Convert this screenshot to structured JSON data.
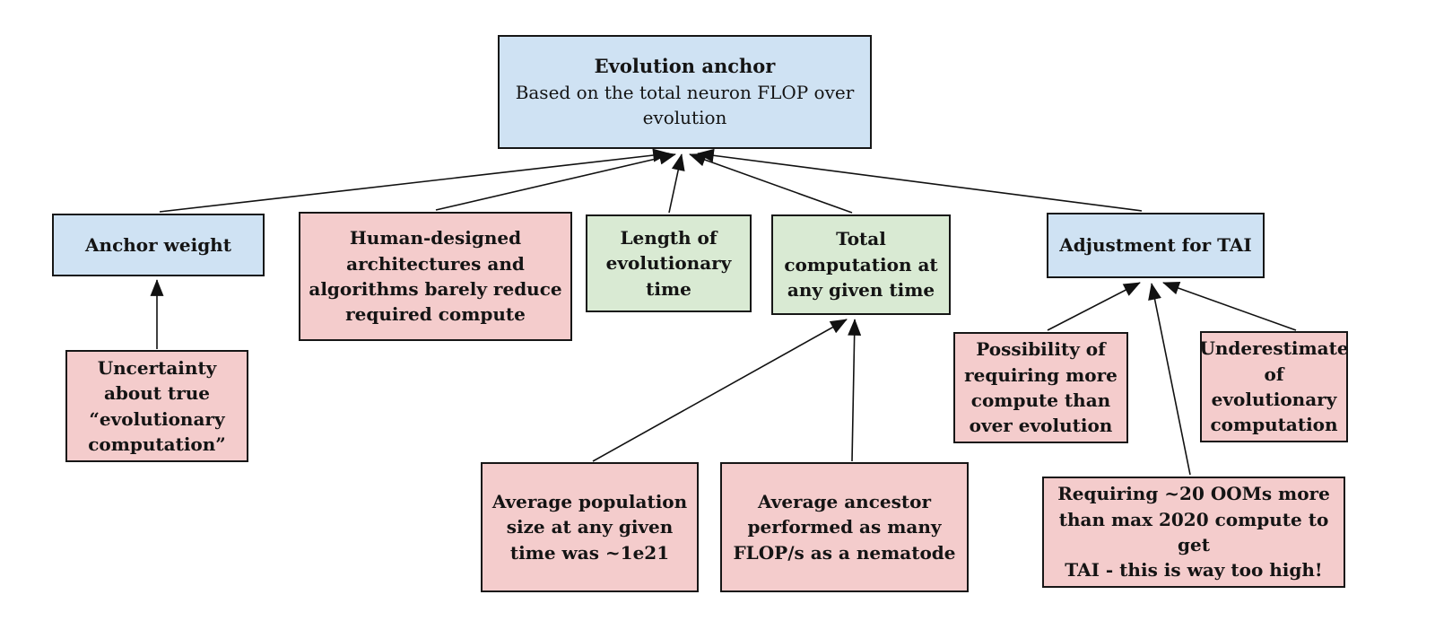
{
  "diagram": {
    "name": "Evolution anchor argument diagram",
    "colors": {
      "box_blue": "#cfe2f3",
      "box_pink": "#f4cccc",
      "box_green": "#d9ead3",
      "border": "#161616",
      "arrow": "#111111",
      "background": "#ffffff"
    },
    "nodes": {
      "evolution_anchor": {
        "title": "Evolution anchor",
        "subtitle": "Based on the total neuron FLOP over\nevolution",
        "color": "blue"
      },
      "anchor_weight": {
        "label": "Anchor weight",
        "color": "blue"
      },
      "human_designed": {
        "label": "Human-designed\narchitectures and\nalgorithms barely reduce\nrequired compute",
        "color": "pink"
      },
      "length_time": {
        "label": "Length of\nevolutionary\ntime",
        "color": "green"
      },
      "total_computation": {
        "label": "Total\ncomputation at\nany given time",
        "color": "green"
      },
      "adjustment_tai": {
        "label": "Adjustment for TAI",
        "color": "blue"
      },
      "uncertainty": {
        "label": "Uncertainty\nabout true\n“evolutionary\ncomputation”",
        "color": "pink"
      },
      "possibility": {
        "label": "Possibility of\nrequiring more\ncompute than\nover evolution",
        "color": "pink"
      },
      "underestimate": {
        "label": "Underestimate\nof evolutionary\ncomputation",
        "color": "pink"
      },
      "avg_population": {
        "label": "Average population\nsize at any given\ntime was ~1e21",
        "color": "pink"
      },
      "avg_ancestor": {
        "label": "Average ancestor\nperformed as many\nFLOP/s as a nematode",
        "color": "pink"
      },
      "requiring_ooms": {
        "label": "Requiring ~20 OOMs more\nthan max 2020 compute to get\nTAI  - this is way too high!",
        "color": "pink"
      }
    },
    "edges": [
      {
        "from": "anchor_weight",
        "to": "evolution_anchor"
      },
      {
        "from": "human_designed",
        "to": "evolution_anchor"
      },
      {
        "from": "length_time",
        "to": "evolution_anchor"
      },
      {
        "from": "total_computation",
        "to": "evolution_anchor"
      },
      {
        "from": "adjustment_tai",
        "to": "evolution_anchor"
      },
      {
        "from": "uncertainty",
        "to": "anchor_weight"
      },
      {
        "from": "avg_population",
        "to": "total_computation"
      },
      {
        "from": "avg_ancestor",
        "to": "total_computation"
      },
      {
        "from": "possibility",
        "to": "adjustment_tai"
      },
      {
        "from": "requiring_ooms",
        "to": "adjustment_tai"
      },
      {
        "from": "underestimate",
        "to": "adjustment_tai"
      }
    ]
  }
}
